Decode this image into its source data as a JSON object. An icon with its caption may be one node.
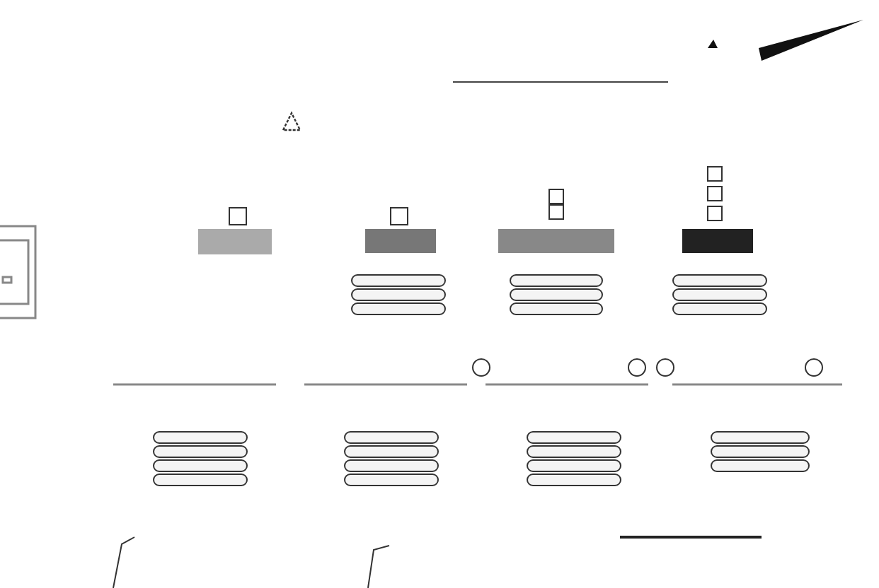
{
  "diagram": {
    "nodes": [
      {
        "text": [],
        "shape": "box"
      },
      {
        "text": [],
        "shape": "box"
      },
      {
        "text": [],
        "shape": "box"
      },
      {
        "text": [],
        "shape": "box"
      },
      {
        "text": [],
        "shape": "box"
      },
      {
        "text": [],
        "shape": "box"
      },
      {
        "text": [],
        "shape": "box"
      },
      {
        "text": [],
        "shape": "box"
      },
      {
        "text": [],
        "shape": "box"
      },
      {
        "text": [],
        "shape": "box"
      },
      {
        "text": [],
        "shape": "box"
      },
      {
        "text": [],
        "shape": "box"
      },
      {
        "text": [],
        "shape": "box"
      },
      {
        "text": [],
        "shape": "box"
      },
      {
        "text": [],
        "shape": "box"
      },
      {
        "text": [],
        "shape": "box"
      },
      {
        "text": [],
        "shape": "box"
      },
      {
        "text": [],
        "shape": "box"
      },
      {
        "text": [],
        "shape": "box"
      },
      {
        "text": [],
        "shape": "box"
      },
      {
        "text": [],
        "shape": "box"
      },
      {
        "text": [],
        "shape": "box"
      },
      {
        "text": [],
        "shape": "box"
      },
      {
        "text": [],
        "shape": "box"
      }
    ]
  }
}
